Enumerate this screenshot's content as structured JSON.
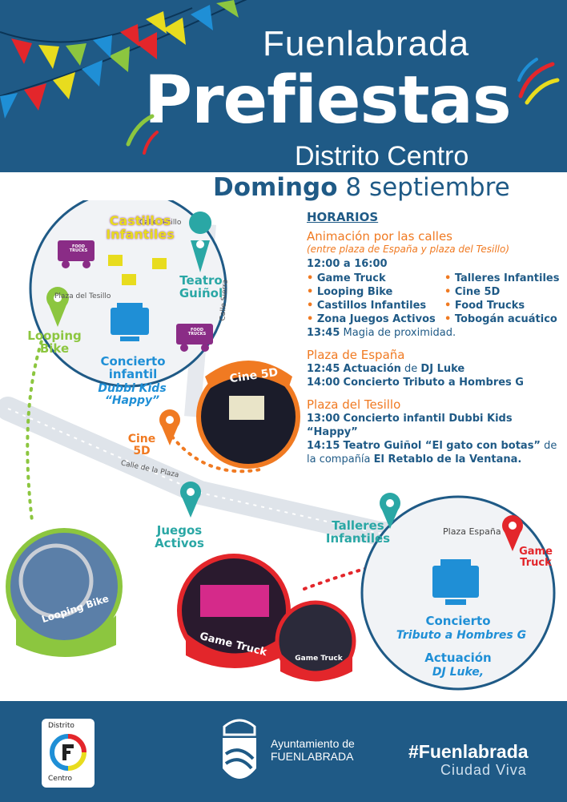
{
  "header": {
    "city": "Fuenlabrada",
    "title": "Prefiestas",
    "district": "Distrito Centro"
  },
  "date": {
    "day": "Domingo",
    "rest": "8 septiembre"
  },
  "map": {
    "streets": [
      "Calle Tesillo",
      "Calle de la Plaza",
      "Calle Sierra",
      "Plaza del Tesillo",
      "Plaza España"
    ],
    "labels": {
      "castillos": "Castillos Infantiles",
      "teatro": "Teatro Guiñol",
      "looping": "Looping Bike",
      "concierto_infantil_title": "Concierto infantil",
      "concierto_infantil_sub": "Dubbi Kids “Happy”",
      "cine": "Cine 5D",
      "cine_badge": "Cine 5D",
      "juegos": "Juegos Activos",
      "talleres": "Talleres Infantiles",
      "game_truck": "Game Truck",
      "looping_badge": "Looping Bike",
      "game_truck_badge": "Game Truck",
      "game_truck_badge2": "Game Truck",
      "concierto_tributo_title": "Concierto",
      "concierto_tributo_sub": "Tributo a Hombres G",
      "actuacion_title": "Actuación",
      "actuacion_sub": "DJ Luke,",
      "food_truck": "FOOD TRUCKS"
    }
  },
  "schedule": {
    "heading": "HORARIOS",
    "animacion": {
      "title": "Animación por las calles",
      "note": "(entre plaza de España y plaza del Tesillo)",
      "time": "12:00 a 16:00",
      "col1": [
        "Game Truck",
        "Looping Bike",
        "Castillos Infantiles",
        "Zona Juegos Activos"
      ],
      "col2": [
        "Talleres Infantiles",
        "Cine 5D",
        "Food Trucks",
        "Tobogán acuático"
      ],
      "magia_time": "13:45",
      "magia_text": "Magia de proximidad."
    },
    "espana": {
      "title": "Plaza de España",
      "l1_time": "12:45",
      "l1_a": "Actuación",
      "l1_b": "de",
      "l1_c": "DJ Luke",
      "l2_time": "14:00",
      "l2_text": "Concierto Tributo a Hombres G"
    },
    "tesillo": {
      "title": "Plaza del Tesillo",
      "l1_time": "13:00",
      "l1_text": "Concierto infantil Dubbi Kids “Happy”",
      "l2_time": "14:15",
      "l2_a": "Teatro Guiñol “El gato con botas”",
      "l2_b": "de la compañía",
      "l2_c": "El Retablo de la Ventana."
    }
  },
  "footer": {
    "logo_top": "Distrito",
    "logo_bottom": "Centro",
    "ayto_line1": "Ayuntamiento de",
    "ayto_line2": "FUENLABRADA",
    "hashtag": "#Fuenlabrada",
    "tagline": "Ciudad Viva"
  },
  "colors": {
    "navy": "#1f5a86",
    "orange": "#f07a22",
    "green": "#8cc63f",
    "teal": "#2aa7a5",
    "purple": "#8a2c86",
    "yellow": "#e8dc1e",
    "red": "#e3262b",
    "blue": "#1f8fd6"
  }
}
